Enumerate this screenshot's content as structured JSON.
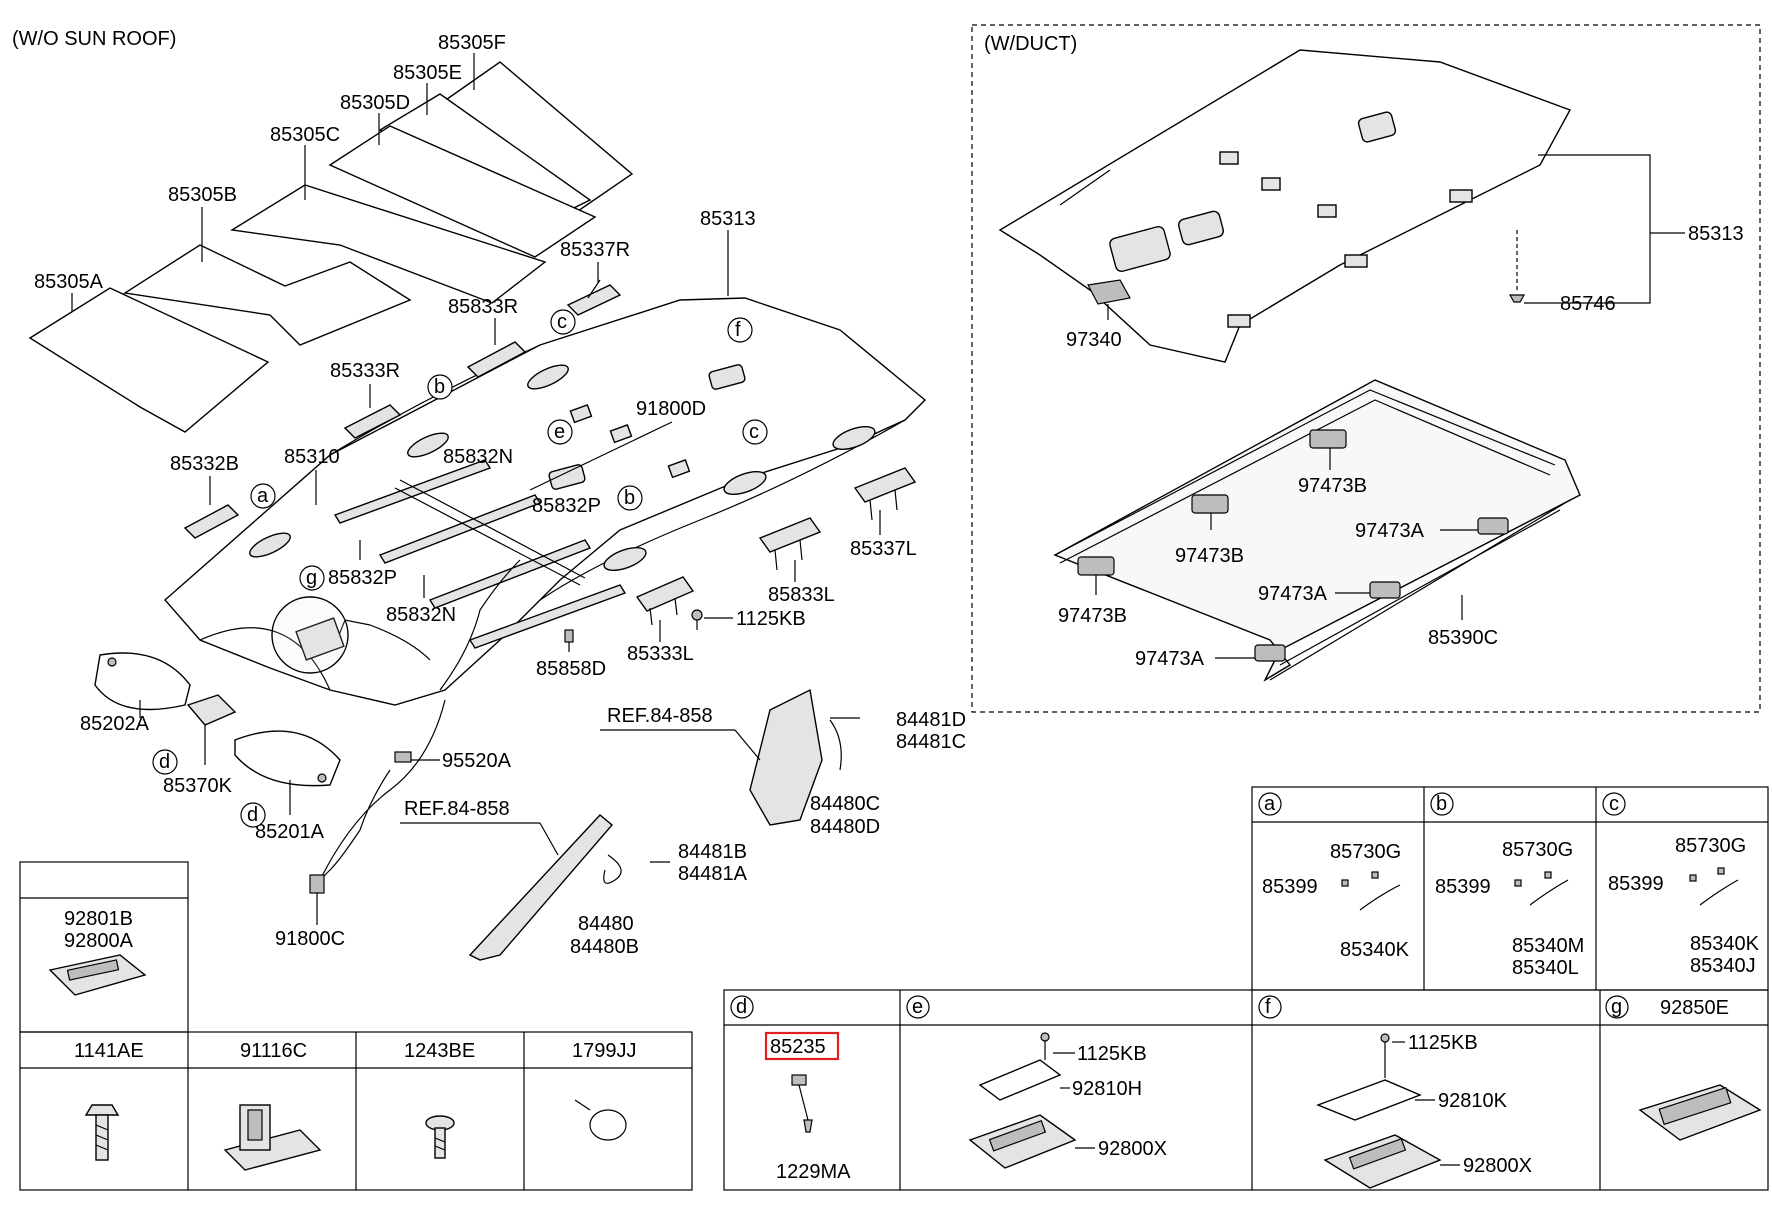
{
  "sections": {
    "wo_sunroof": "(W/O SUN ROOF)",
    "w_duct": "(W/DUCT)"
  },
  "parts": {
    "p85305F": "85305F",
    "p85305E": "85305E",
    "p85305D": "85305D",
    "p85305C": "85305C",
    "p85305B": "85305B",
    "p85305A": "85305A",
    "p85313": "85313",
    "p85337R": "85337R",
    "p85833R": "85833R",
    "p85333R": "85333R",
    "p85332B": "85332B",
    "p85310": "85310",
    "p85832N_top": "85832N",
    "p85832P_top": "85832P",
    "p85832P_low": "85832P",
    "p85832N_low": "85832N",
    "p91800D": "91800D",
    "p85337L": "85337L",
    "p85833L": "85833L",
    "p85333L": "85333L",
    "p1125KB_main": "1125KB",
    "p85858D": "85858D",
    "p85202A": "85202A",
    "p85370K": "85370K",
    "p85201A": "85201A",
    "p95520A": "95520A",
    "p91800C": "91800C",
    "ref_upper": "REF.84-858",
    "ref_lower": "REF.84-858",
    "p84481D": "84481D",
    "p84481C": "84481C",
    "p84480C": "84480C",
    "p84480D": "84480D",
    "p84481B": "84481B",
    "p84481A": "84481A",
    "p84480": "84480",
    "p84480B": "84480B",
    "duct_85313": "85313",
    "duct_85746": "85746",
    "duct_97340": "97340",
    "duct_97473B_1": "97473B",
    "duct_97473B_2": "97473B",
    "duct_97473B_3": "97473B",
    "duct_97473A_1": "97473A",
    "duct_97473A_2": "97473A",
    "duct_97473A_3": "97473A",
    "duct_85390C": "85390C"
  },
  "callouts": {
    "a": "a",
    "b": "b",
    "c": "c",
    "d": "d",
    "e": "e",
    "f": "f",
    "g": "g"
  },
  "detail_a": {
    "header": "a",
    "p1": "85730G",
    "p2": "85399",
    "p3": "85340K"
  },
  "detail_b": {
    "header": "b",
    "p1": "85730G",
    "p2": "85399",
    "p3": "85340M",
    "p4": "85340L"
  },
  "detail_c": {
    "header": "c",
    "p1": "85730G",
    "p2": "85399",
    "p3": "85340K",
    "p4": "85340J"
  },
  "detail_d": {
    "header": "d",
    "p1": "85235",
    "p2": "1229MA"
  },
  "detail_e": {
    "header": "e",
    "p1": "1125KB",
    "p2": "92810H",
    "p3": "92800X"
  },
  "detail_f": {
    "header": "f",
    "p1": "1125KB",
    "p2": "92810K",
    "p3": "92800X"
  },
  "detail_g": {
    "header": "g",
    "p1": "92850E"
  },
  "lamp_table": {
    "p1": "92801B",
    "p2": "92800A"
  },
  "fastener_table": {
    "col1": "1141AE",
    "col2": "91116C",
    "col3": "1243BE",
    "col4": "1799JJ"
  },
  "highlight_color": "#e02020"
}
